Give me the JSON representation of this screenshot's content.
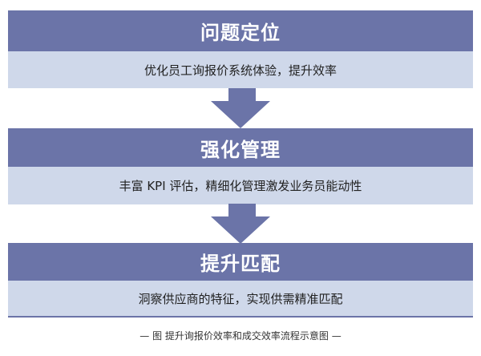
{
  "steps": [
    {
      "title": "问题定位",
      "desc": "优化员工询报价系统体验，提升效率"
    },
    {
      "title": "强化管理",
      "desc": "丰富 KPI 评估，精细化管理激发业务员能动性"
    },
    {
      "title": "提升匹配",
      "desc": "洞察供应商的特征，实现供需精准匹配"
    }
  ],
  "caption": "— 图 提升询报价效率和成交效率流程示意图 —",
  "colors": {
    "header": "#6b74a8",
    "body": "#cfd8ea"
  }
}
